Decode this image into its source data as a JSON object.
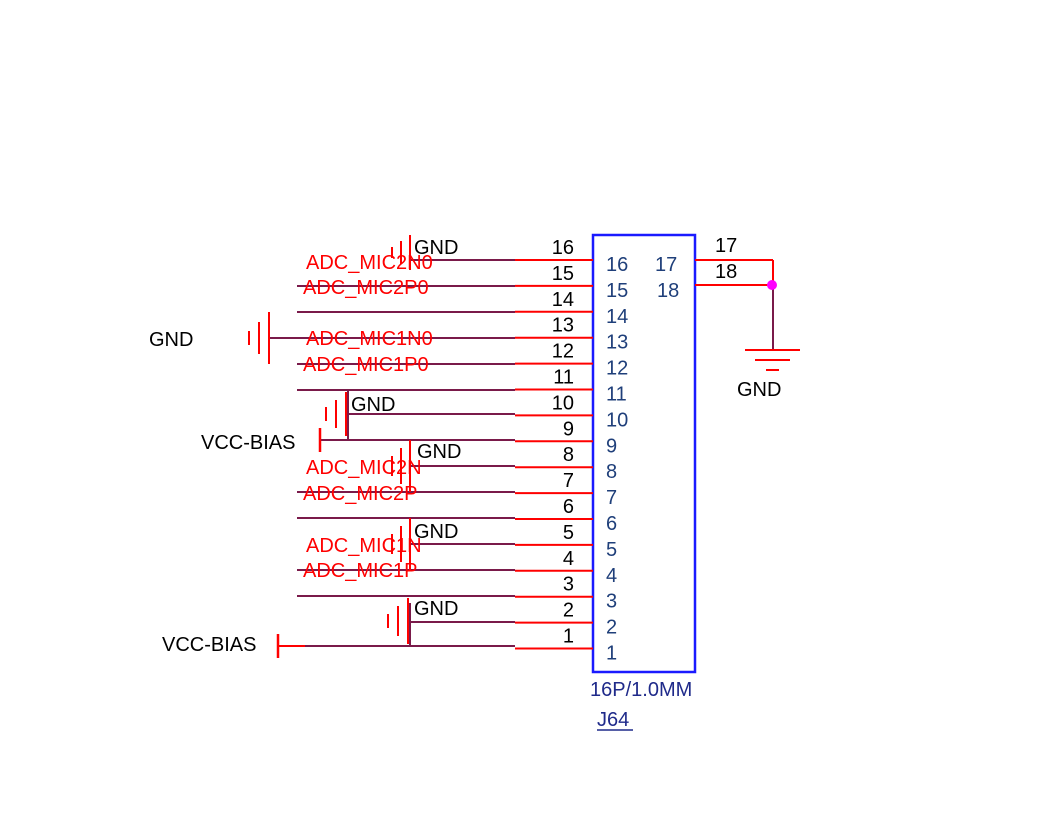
{
  "connector": {
    "reference": "J64",
    "value": "16P/1.0MM",
    "left_pins": [
      "16",
      "15",
      "14",
      "13",
      "12",
      "11",
      "10",
      "9",
      "8",
      "7",
      "6",
      "5",
      "4",
      "3",
      "2",
      "1"
    ],
    "right_pins": [
      "17",
      "18"
    ]
  },
  "nets": [
    {
      "pin": "16",
      "label": "ADC_MIC2N0"
    },
    {
      "pin": "15",
      "label": "ADC_MIC2P0"
    },
    {
      "pin": "13",
      "label": "ADC_MIC1N0"
    },
    {
      "pin": "12",
      "label": "ADC_MIC1P0"
    },
    {
      "pin": "8",
      "label": "ADC_MIC2N"
    },
    {
      "pin": "7",
      "label": "ADC_MIC2P"
    },
    {
      "pin": "5",
      "label": "ADC_MIC1N"
    },
    {
      "pin": "4",
      "label": "ADC_MIC1P"
    }
  ],
  "power_labels": {
    "gnd": "GND",
    "vcc_bias": "VCC-BIAS"
  },
  "colors": {
    "wire": "#7a1a4a",
    "pin": "#ff0000",
    "body": "#1a1aff",
    "junction": "#ff00ff",
    "net_label": "#ff0000"
  }
}
